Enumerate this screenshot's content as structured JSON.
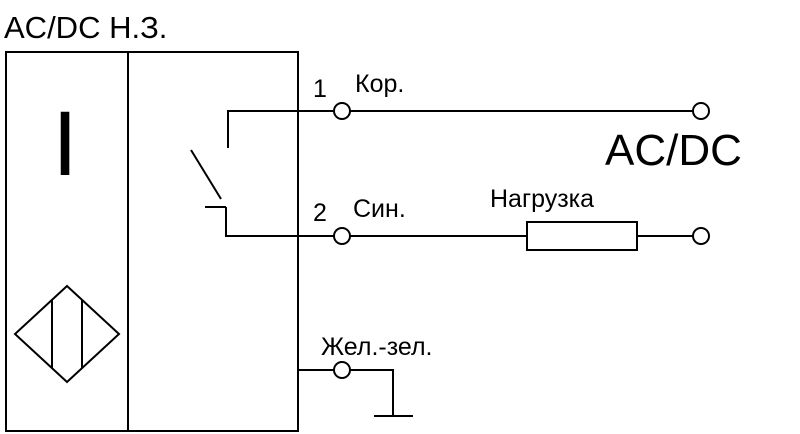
{
  "title": "AC/DC Н.З.",
  "sensor_symbol": "I",
  "supply_label": "AC/DC",
  "load_label": "Нагрузка",
  "terminals": [
    {
      "number": "1",
      "wire": "Кор."
    },
    {
      "number": "2",
      "wire": "Син."
    },
    {
      "number": "",
      "wire": "Жел.-зел."
    }
  ],
  "icons": [
    "inductive-sensor-diamond-icon",
    "nc-contact-icon",
    "resistor-icon",
    "ground-icon"
  ],
  "colors": {
    "line": "#000000",
    "background": "#ffffff"
  }
}
